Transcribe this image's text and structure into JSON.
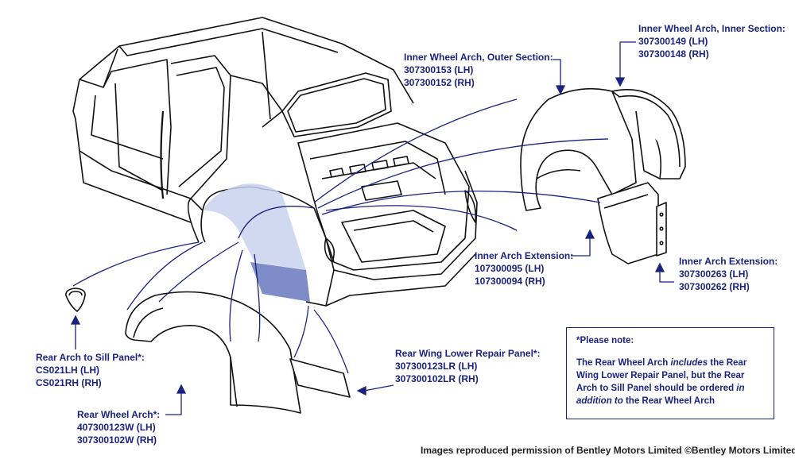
{
  "colors": {
    "label": "#1a237e",
    "leader": "#1a237e",
    "outline": "#111111",
    "highlight_light": "#c9d2ee",
    "highlight_dark": "#7e8cc8"
  },
  "callouts": {
    "outer_section": {
      "title": "Inner Wheel Arch, Outer Section:",
      "lh": "307300153 (LH)",
      "rh": "307300152 (RH)"
    },
    "inner_section": {
      "title": "Inner Wheel Arch, Inner Section:",
      "lh": "307300149 (LH)",
      "rh": "307300148 (RH)"
    },
    "arch_extension_left": {
      "title": "Inner Arch Extension:",
      "lh": "107300095 (LH)",
      "rh": "107300094 (RH)"
    },
    "arch_extension_right": {
      "title": "Inner Arch Extension:",
      "lh": "307300263 (LH)",
      "rh": "307300262 (RH)"
    },
    "sill_panel": {
      "title": "Rear Arch to Sill Panel*:",
      "lh": "CS021LH (LH)",
      "rh": "CS021RH (RH)"
    },
    "repair_panel": {
      "title": "Rear Wing Lower Repair Panel*:",
      "lh": "307300123LR (LH)",
      "rh": "307300102LR (RH)"
    },
    "wheel_arch": {
      "title": "Rear Wheel Arch*:",
      "lh": "407300123W (LH)",
      "rh": "307300102W (RH)"
    }
  },
  "note": {
    "heading": "*Please note:",
    "line1_a": "The Rear Wheel Arch ",
    "line1_em": "includes",
    "line1_b": " the Rear Wing Lower Repair Panel, but the Rear Arch to Sill Panel should be ordered ",
    "line1_em2": "in addition to",
    "line1_c": " the Rear Wheel Arch"
  },
  "credit": "Images reproduced permission of Bentley Motors Limited ©Bentley Motors Limited"
}
